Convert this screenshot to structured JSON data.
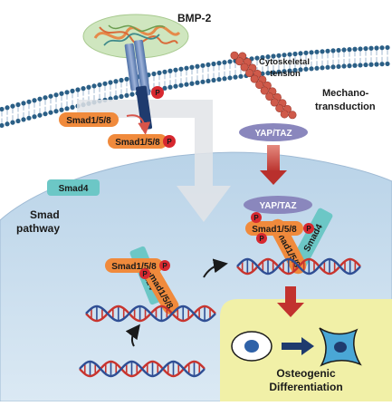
{
  "labels": {
    "bmp2": "BMP-2",
    "cytoskeletal": [
      "Cytoskeletal",
      "tension"
    ],
    "mechano": [
      "Mechano-",
      "transduction"
    ],
    "smad_pathway": [
      "Smad",
      "pathway"
    ],
    "osteogenic": [
      "Osteogenic",
      "Differentiation"
    ]
  },
  "proteins": {
    "smad158": "Smad1/5/8",
    "smad4": "Smad4",
    "yaptaz": "YAP/TAZ",
    "phospho": "P"
  },
  "colors": {
    "membrane_head": "#2b5f86",
    "smad158": "#f08a3c",
    "smad4": "#6cc7c6",
    "yaptaz": "#8a87bd",
    "phospho": "#d7282f",
    "nucleus": "#d3e4f1",
    "differentiation_box": "#f1f0a7",
    "arrow_red": "#c2322f",
    "dna_red": "#c8342e",
    "dna_blue": "#2f4e94",
    "cytoskeleton": "#cf5a4a",
    "bmp_ribbon": "#e9a06a"
  }
}
